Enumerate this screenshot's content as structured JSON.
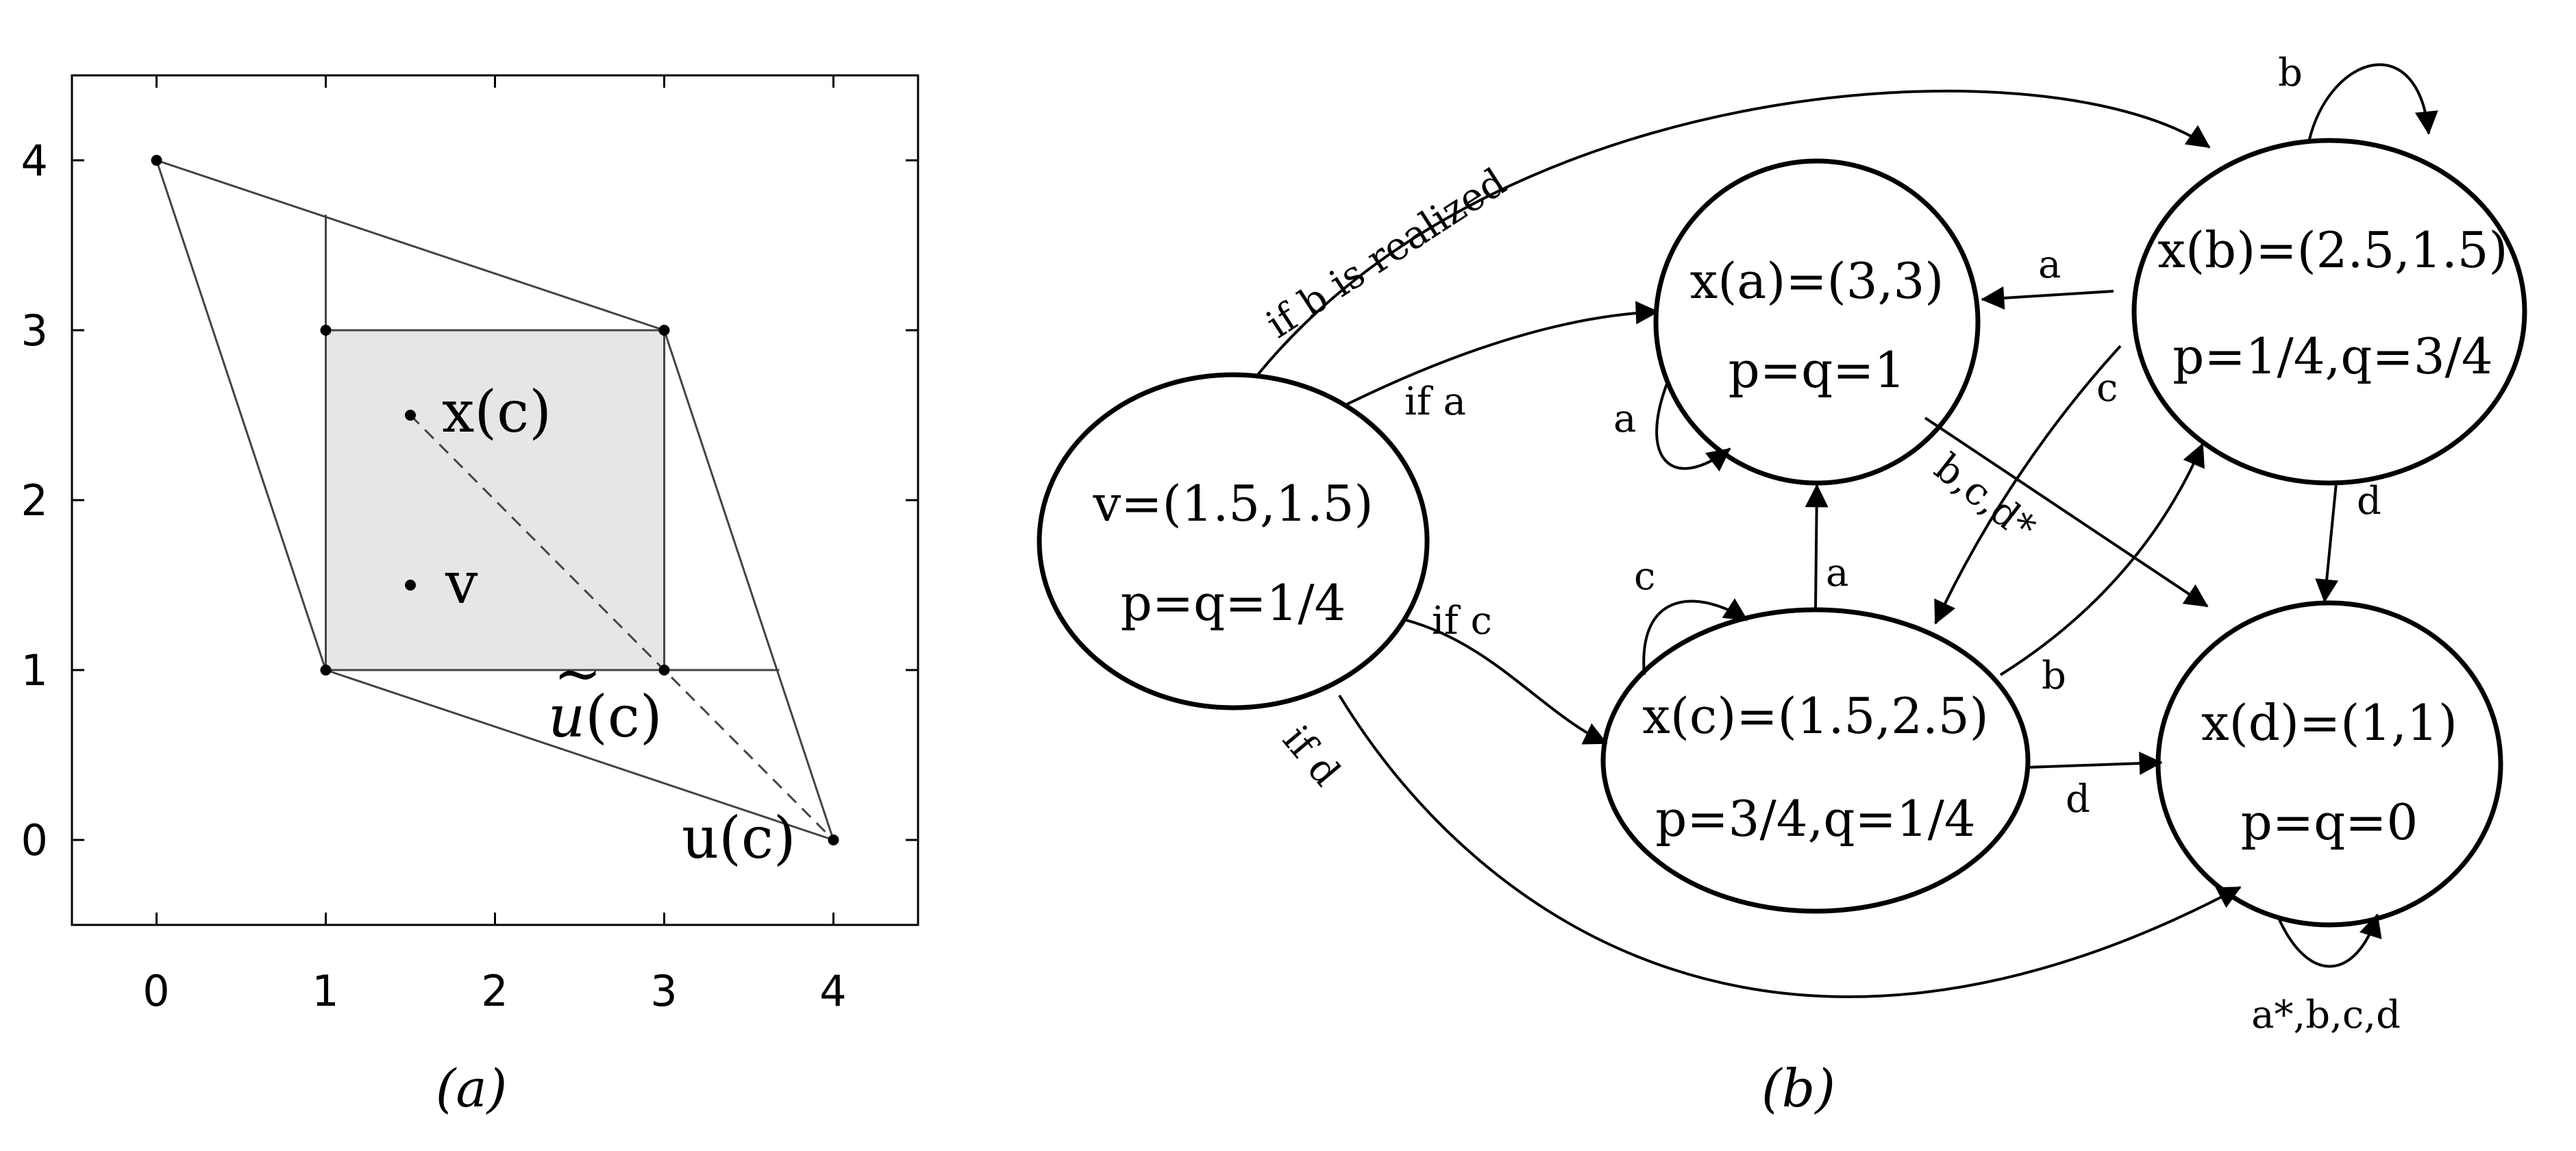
{
  "panel_a": {
    "caption": "(a)",
    "x_ticks": [
      "0",
      "1",
      "2",
      "3",
      "4"
    ],
    "y_ticks": [
      "0",
      "1",
      "2",
      "3",
      "4"
    ],
    "points": {
      "xc": "x(c)",
      "v": "v",
      "u_tilde_base": "u",
      "u_tilde_tilde": "~",
      "u_tilde_suffix": "(c)",
      "uc": "u(c)"
    },
    "plot_data": {
      "x_range": [
        -0.5,
        4.5
      ],
      "y_range": [
        -0.5,
        4.5
      ],
      "shaded_square": [
        [
          1,
          1
        ],
        [
          3,
          1
        ],
        [
          3,
          3
        ],
        [
          1,
          3
        ]
      ],
      "outer_parallelogram": [
        [
          0,
          4
        ],
        [
          3,
          3
        ],
        [
          4,
          0
        ],
        [
          1,
          1
        ]
      ],
      "extra_lines": [
        [
          [
            1,
            3
          ],
          [
            1,
            3.68
          ]
        ],
        [
          [
            3,
            1
          ],
          [
            3.68,
            1
          ]
        ]
      ],
      "dashed_line": [
        [
          1.5,
          2.5
        ],
        [
          4,
          0
        ]
      ],
      "dots": [
        [
          0,
          4
        ],
        [
          1,
          3
        ],
        [
          3,
          3
        ],
        [
          1,
          1
        ],
        [
          3,
          1
        ],
        [
          4,
          0
        ],
        [
          1.5,
          2.5
        ],
        [
          1.5,
          1.5
        ]
      ]
    }
  },
  "panel_b": {
    "caption": "(b)",
    "nodes": {
      "v": {
        "line1": "v=(1.5,1.5)",
        "line2": "p=q=1/4"
      },
      "xa": {
        "line1": "x(a)=(3,3)",
        "line2": "p=q=1"
      },
      "xb": {
        "line1": "x(b)=(2.5,1.5)",
        "line2": "p=1/4,q=3/4"
      },
      "xc": {
        "line1": "x(c)=(1.5,2.5)",
        "line2": "p=3/4,q=1/4"
      },
      "xd": {
        "line1": "x(d)=(1,1)",
        "line2": "p=q=0"
      }
    },
    "edges": {
      "if_b": "if b is realized",
      "if_a": "if a",
      "if_c": "if c",
      "if_d": "if d",
      "xb_loop": "b",
      "xb_to_xa": "a",
      "xb_to_xc": "c",
      "xb_to_xd": "d",
      "xa_loop": "a",
      "xa_to_xd": "b,c,d*",
      "xc_loop": "c",
      "xc_to_xa": "a",
      "xc_to_xb": "b",
      "xc_to_xd": "d",
      "xd_loop": "a*,b,c,d"
    }
  }
}
